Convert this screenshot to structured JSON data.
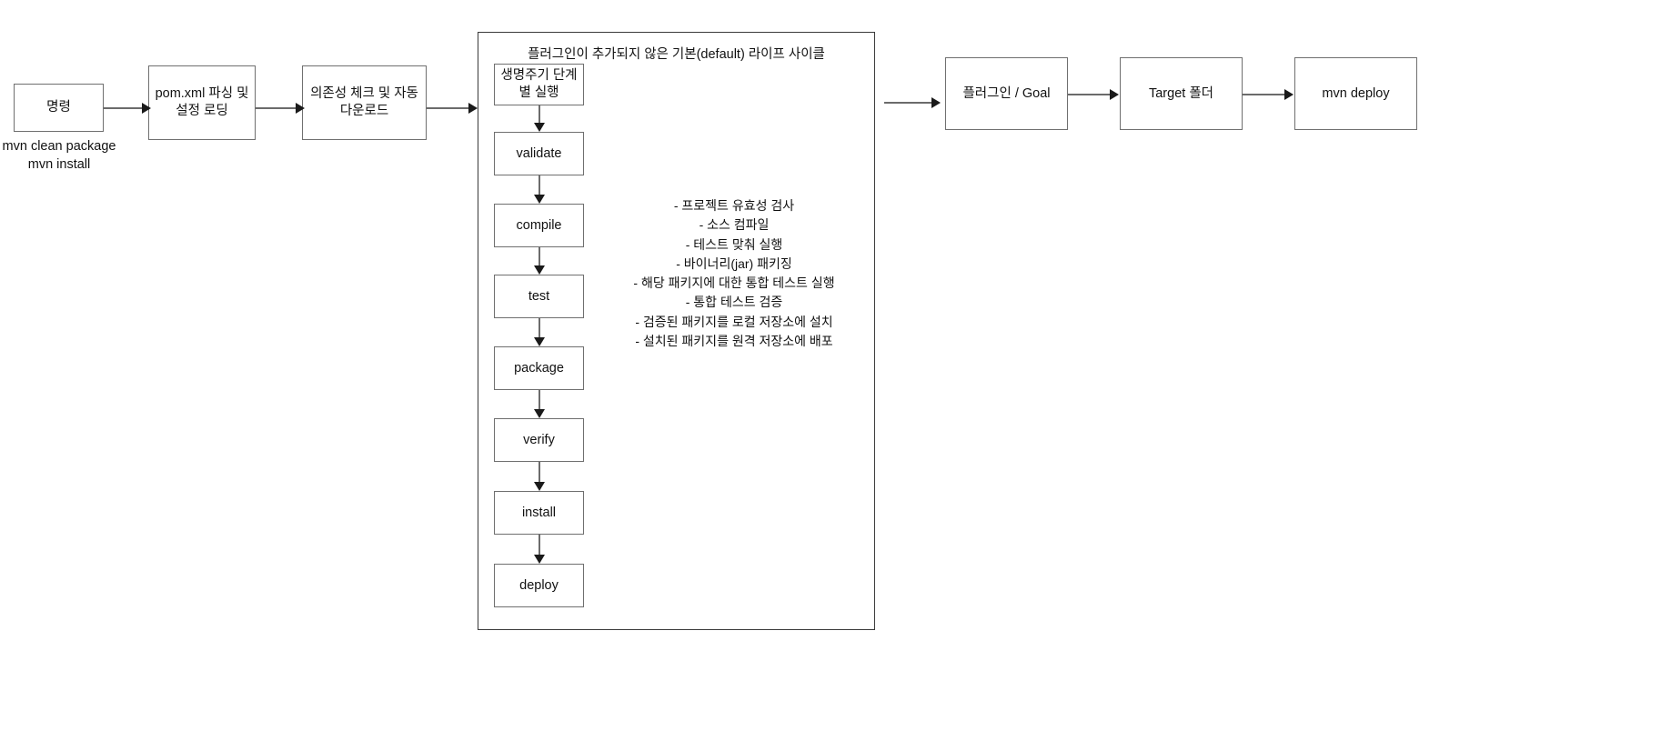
{
  "diagram": {
    "title_inside_panel": "플러그인이 추가되지 않은 기본(default) 라이프 사이클",
    "left_flow": [
      {
        "id": "command",
        "label": "명령"
      },
      {
        "id": "pom-parse",
        "label": "pom.xml 파싱 및 설정 로딩"
      },
      {
        "id": "dependency-check",
        "label": "의존성 체크 및 자동 다운로드"
      }
    ],
    "command_captions": [
      "mvn clean package",
      "mvn install"
    ],
    "lifecycle_phases": [
      {
        "id": "lifecycle-run",
        "label": "생명주기 단계별 실행"
      },
      {
        "id": "validate",
        "label": "validate"
      },
      {
        "id": "compile",
        "label": "compile"
      },
      {
        "id": "test",
        "label": "test"
      },
      {
        "id": "package",
        "label": "package"
      },
      {
        "id": "verify",
        "label": "verify"
      },
      {
        "id": "install",
        "label": "install"
      },
      {
        "id": "deploy",
        "label": "deploy"
      }
    ],
    "phase_descriptions": [
      "- 프로젝트 유효성 검사",
      "- 소스 컴파일",
      "- 테스트 맞춰 실행",
      "- 바이너리(jar) 패키징",
      "- 해당 패키지에 대한 통합 테스트 실행",
      "- 통합 테스트 검증",
      "- 검증된 패키지를 로컬 저장소에 설치",
      "- 설치된 패키지를 원격 저장소에 배포"
    ],
    "right_flow": [
      {
        "id": "plugin-goal",
        "label": "플러그인 / Goal"
      },
      {
        "id": "target-folder",
        "label": "Target 폴더"
      },
      {
        "id": "mvn-deploy",
        "label": "mvn deploy"
      }
    ],
    "colors": {
      "box_border": "#6f6f6f",
      "panel_border": "#3a3a3a",
      "arrow": "#1a1a1a",
      "text": "#111111",
      "background": "#ffffff"
    }
  }
}
